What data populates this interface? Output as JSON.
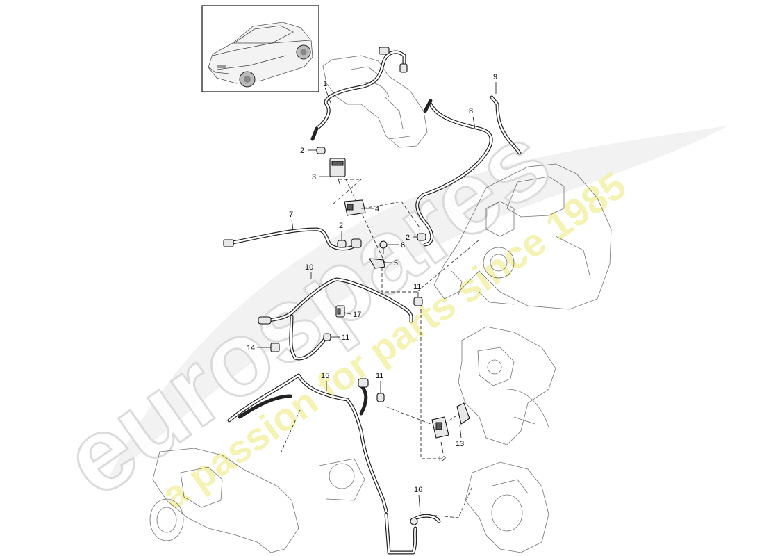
{
  "diagram": {
    "watermark": {
      "brand": "eurospares",
      "tagline": "a passion for parts since 1985"
    },
    "labels": [
      {
        "id": "p1",
        "text": "1"
      },
      {
        "id": "p2a",
        "text": "2"
      },
      {
        "id": "p2b",
        "text": "2"
      },
      {
        "id": "p2c",
        "text": "2"
      },
      {
        "id": "p3",
        "text": "3"
      },
      {
        "id": "p4",
        "text": "4"
      },
      {
        "id": "p5",
        "text": "5"
      },
      {
        "id": "p6",
        "text": "6"
      },
      {
        "id": "p7",
        "text": "7"
      },
      {
        "id": "p8",
        "text": "8"
      },
      {
        "id": "p9",
        "text": "9"
      },
      {
        "id": "p10",
        "text": "10"
      },
      {
        "id": "p11a",
        "text": "11"
      },
      {
        "id": "p11b",
        "text": "11"
      },
      {
        "id": "p11c",
        "text": "11"
      },
      {
        "id": "p12",
        "text": "12"
      },
      {
        "id": "p13",
        "text": "13"
      },
      {
        "id": "p14",
        "text": "14"
      },
      {
        "id": "p15",
        "text": "15"
      },
      {
        "id": "p16",
        "text": "16"
      },
      {
        "id": "p17",
        "text": "17"
      }
    ]
  }
}
